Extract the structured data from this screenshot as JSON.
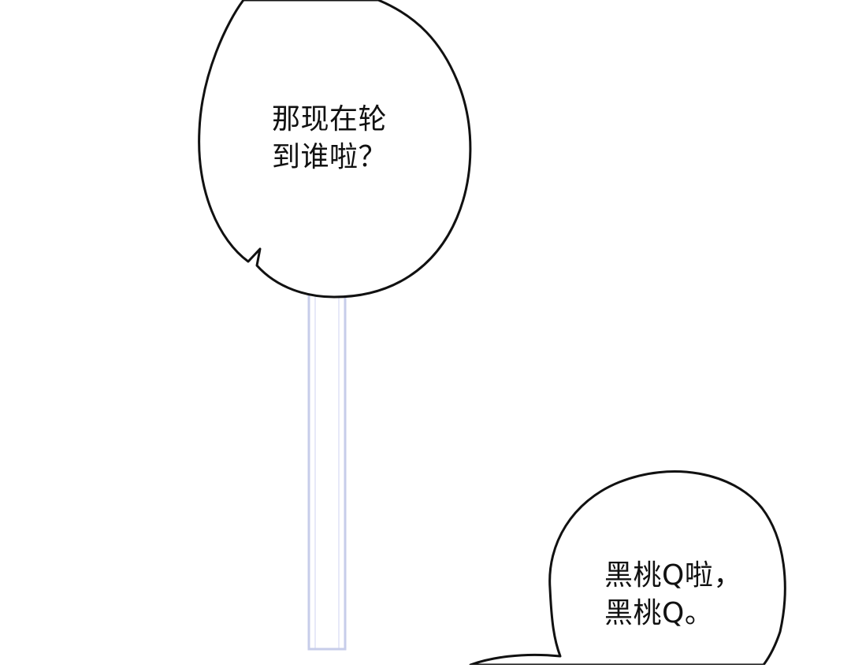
{
  "panel": {
    "background": "#ffffff",
    "bubbles": [
      {
        "id": "bubble-1",
        "lines": [
          "那现在轮",
          "到谁啦？"
        ],
        "text": "那现在轮\n到谁啦？",
        "fill": "#ffffff",
        "stroke": "#111111"
      },
      {
        "id": "bubble-2",
        "lines": [
          "黑桃Q啦，",
          "黑桃Q。"
        ],
        "text": "黑桃Q啦，\n黑桃Q。",
        "fill": "#ffffff",
        "stroke": "#111111"
      }
    ],
    "bars": {
      "color": "#c7cdea",
      "accent": "#e3e6f6"
    }
  }
}
